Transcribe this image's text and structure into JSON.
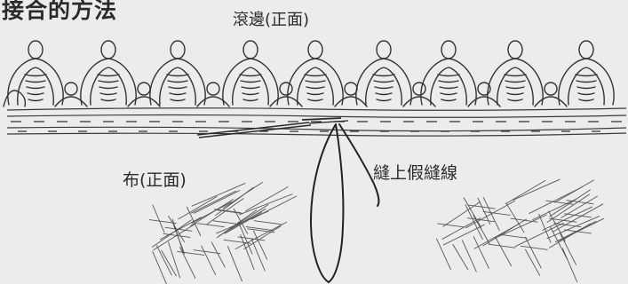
{
  "title": "接合的方法",
  "labels": {
    "edge_front": "滾邊(正面)",
    "fabric_front": "布(正面)",
    "basting_thread": "縫上假縫線"
  },
  "colors": {
    "background": "#ececea",
    "ink": "#2f2f2f"
  }
}
